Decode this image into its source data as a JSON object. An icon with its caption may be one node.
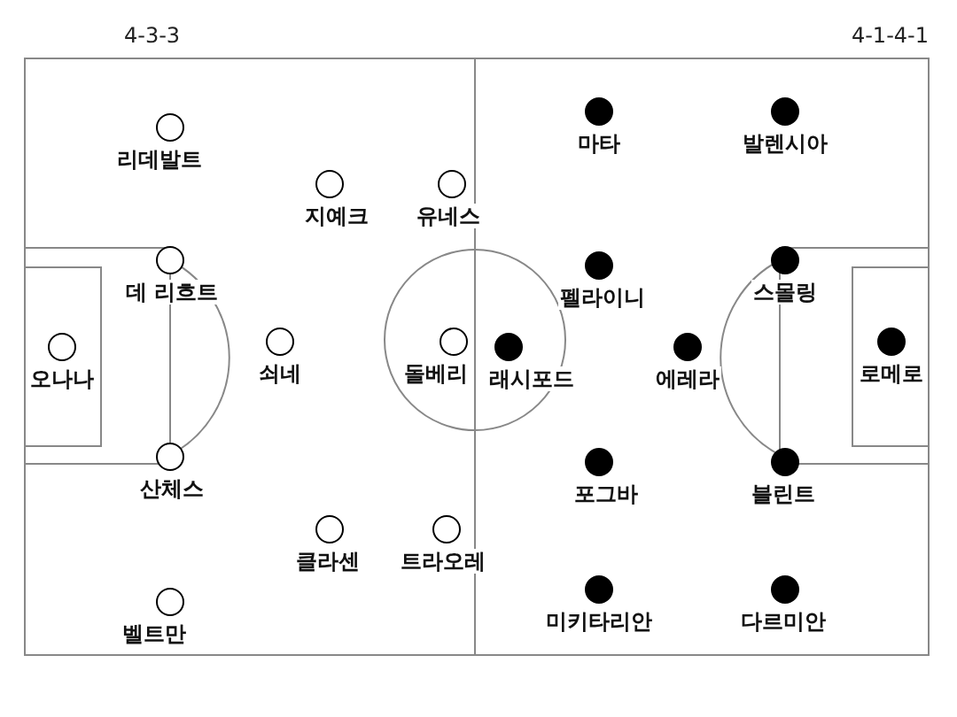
{
  "diagram": {
    "nodes": [
      {
        "text": [
          "마타"
        ]
      },
      {
        "text": [
          "발렌시아"
        ]
      },
      {
        "text": [
          "리데발트"
        ]
      },
      {
        "text": [
          "지예크"
        ]
      },
      {
        "text": [
          "유네스"
        ]
      },
      {
        "text": [
          "데 리흐트"
        ]
      },
      {
        "text": [
          "스몰링"
        ]
      },
      {
        "text": [
          "펠라이니"
        ]
      },
      {
        "text": [
          "쇠네"
        ]
      },
      {
        "text": [
          "오나나"
        ]
      },
      {
        "text": [
          "돌베리"
        ]
      },
      {
        "text": [
          "래시포드"
        ]
      },
      {
        "text": [
          "에레라"
        ]
      },
      {
        "text": [
          "로메로"
        ]
      },
      {
        "text": [
          "산체스"
        ]
      },
      {
        "text": [
          "포그바"
        ]
      },
      {
        "text": [
          "블린트"
        ]
      },
      {
        "text": [
          "클라센"
        ]
      },
      {
        "text": [
          "트라오레"
        ]
      },
      {
        "text": [
          "미키타리안"
        ]
      },
      {
        "text": [
          "다르미안"
        ]
      },
      {
        "text": [
          "벨트만"
        ]
      }
    ],
    "labels": [
      "4-3-3",
      "4-1-4-1"
    ]
  }
}
